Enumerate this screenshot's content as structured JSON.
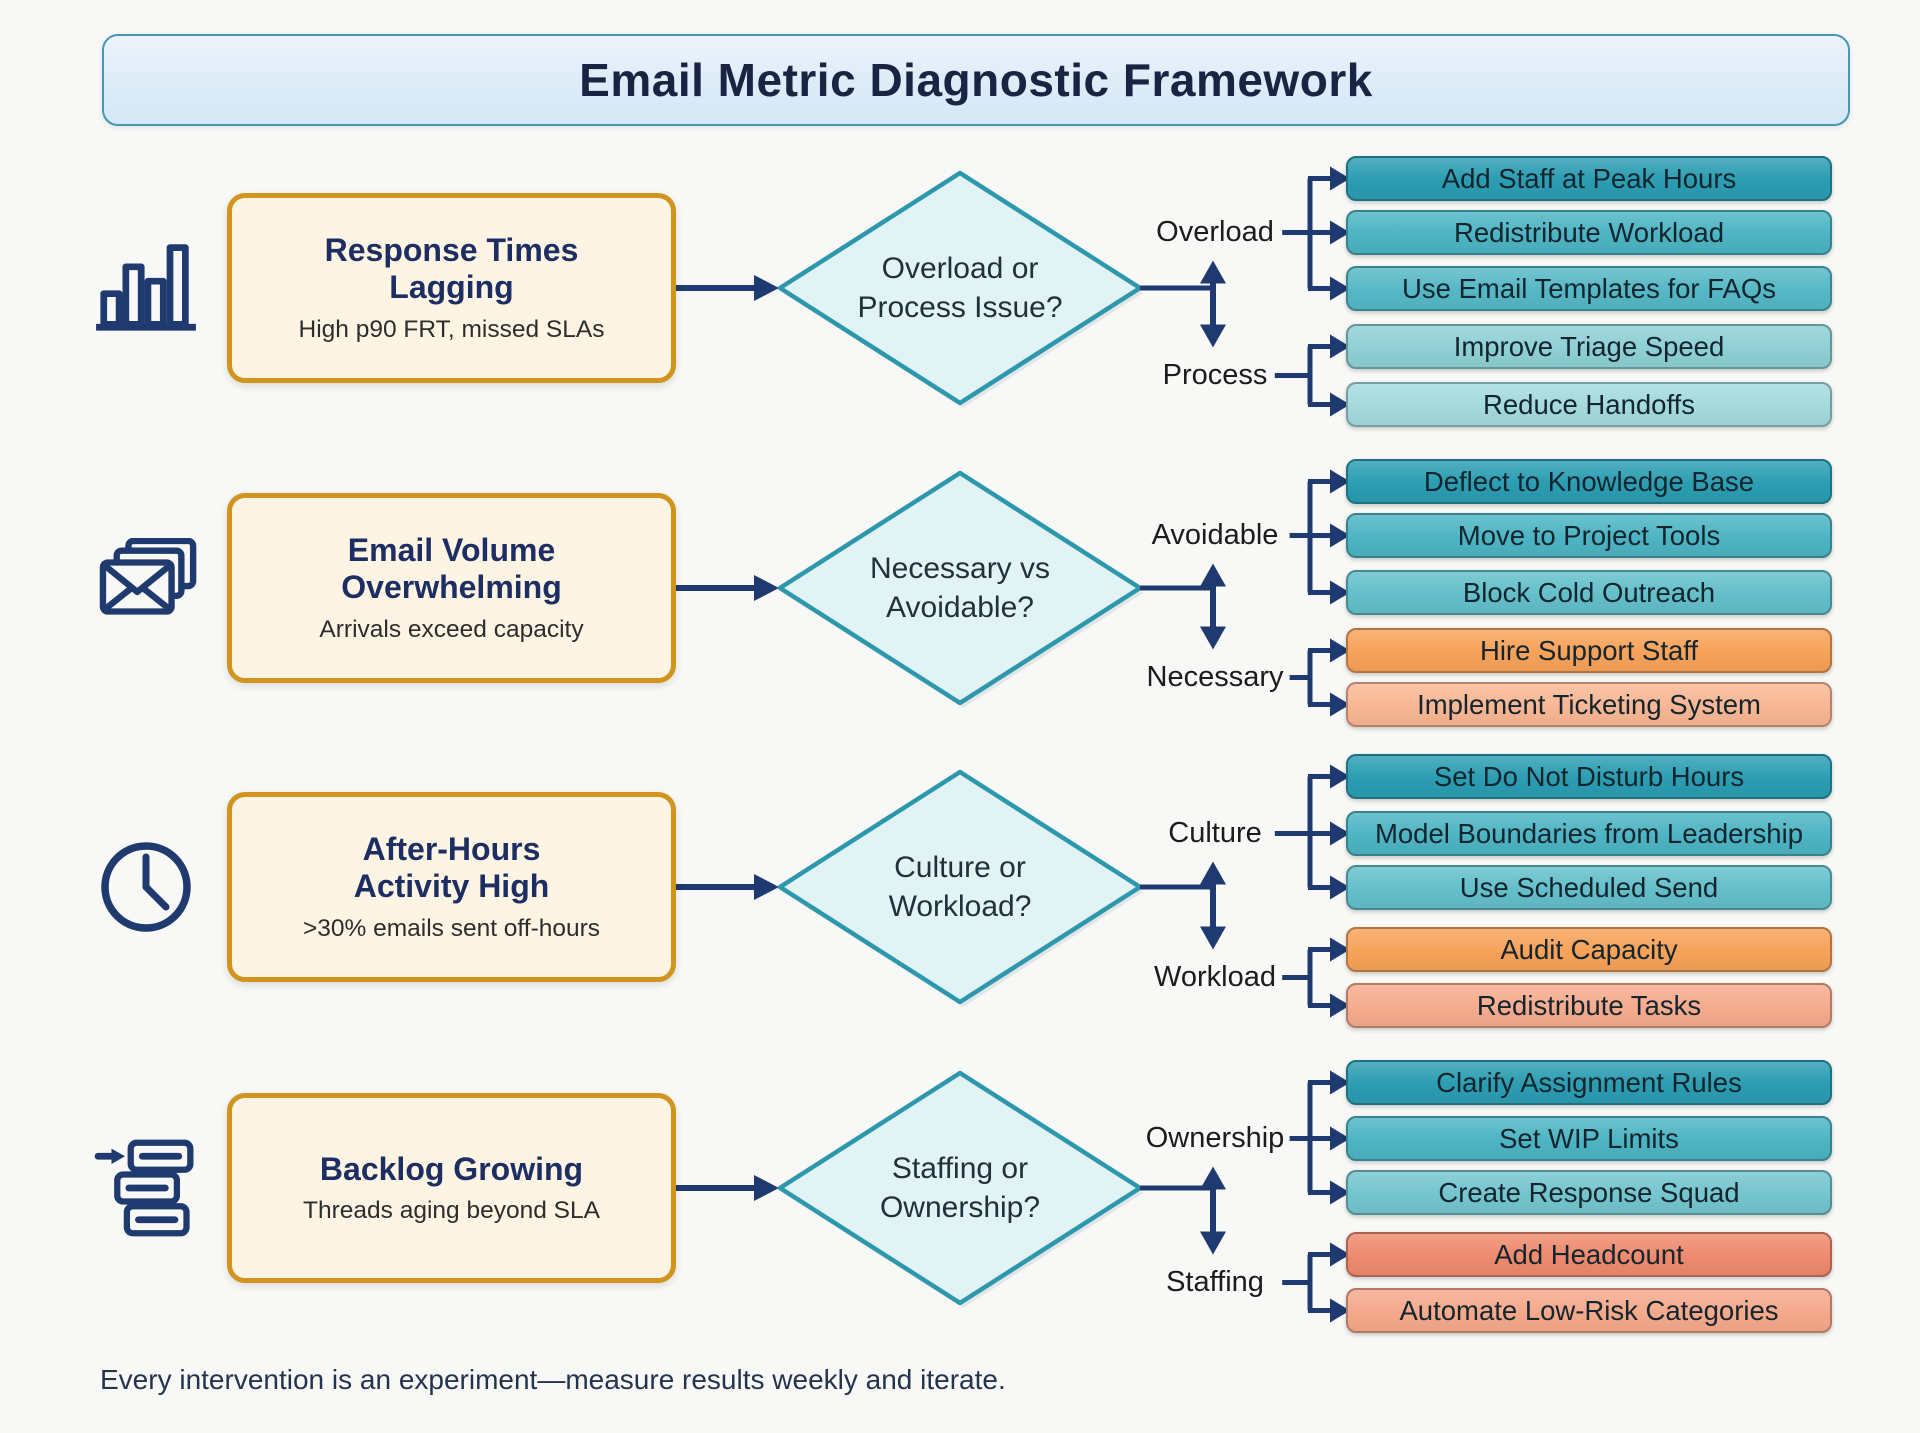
{
  "title": "Email Metric Diagnostic Framework",
  "footer": "Every intervention is an experiment—measure results weekly and iterate.",
  "colors": {
    "background": "#f8f8f6",
    "arrow_navy": "#1e3a70",
    "icon_navy": "#1e3a6e",
    "problem_bg": "#fdf4e3",
    "problem_border": "#d1951f",
    "problem_title": "#1d2e63",
    "diamond_fill": "#e2f3f5",
    "diamond_stroke": "#2d98ad",
    "titlebar_border": "#4796b3",
    "titlebar_text": "#1a2342"
  },
  "rows": [
    {
      "icon": "bar-chart-icon",
      "problem": {
        "title_lines": [
          "Response Times",
          "Lagging"
        ],
        "subtitle": "High p90 FRT, missed SLAs"
      },
      "decision_lines": [
        "Overload or",
        "Process Issue?"
      ],
      "branches": [
        {
          "label": "Overload",
          "actions": [
            {
              "label": "Add Staff at Peak Hours",
              "color": "#2b9db2"
            },
            {
              "label": "Redistribute Workload",
              "color": "#4db4c3"
            },
            {
              "label": "Use Email Templates for FAQs",
              "color": "#55b8c6"
            }
          ]
        },
        {
          "label": "Process",
          "actions": [
            {
              "label": "Improve Triage Speed",
              "color": "#8ed0d5"
            },
            {
              "label": "Reduce Handoffs",
              "color": "#a4dadd"
            }
          ]
        }
      ]
    },
    {
      "icon": "envelope-stack-icon",
      "problem": {
        "title_lines": [
          "Email Volume",
          "Overwhelming"
        ],
        "subtitle": "Arrivals exceed capacity"
      },
      "decision_lines": [
        "Necessary vs",
        "Avoidable?"
      ],
      "branches": [
        {
          "label": "Avoidable",
          "actions": [
            {
              "label": "Deflect to Knowledge Base",
              "color": "#2b9db2"
            },
            {
              "label": "Move to Project Tools",
              "color": "#4db4c3"
            },
            {
              "label": "Block Cold Outreach",
              "color": "#63bfca"
            }
          ]
        },
        {
          "label": "Necessary",
          "actions": [
            {
              "label": "Hire Support Staff",
              "color": "#f7a259"
            },
            {
              "label": "Implement Ticketing System",
              "color": "#f8b794"
            }
          ]
        }
      ]
    },
    {
      "icon": "clock-icon",
      "problem": {
        "title_lines": [
          "After-Hours",
          "Activity High"
        ],
        "subtitle": ">30% emails sent off-hours"
      },
      "decision_lines": [
        "Culture or",
        "Workload?"
      ],
      "branches": [
        {
          "label": "Culture",
          "actions": [
            {
              "label": "Set Do Not Disturb Hours",
              "color": "#2b9db2"
            },
            {
              "label": "Model Boundaries from Leadership",
              "color": "#4db4c3"
            },
            {
              "label": "Use Scheduled Send",
              "color": "#63bfca"
            }
          ]
        },
        {
          "label": "Workload",
          "actions": [
            {
              "label": "Audit Capacity",
              "color": "#f7a259"
            },
            {
              "label": "Redistribute Tasks",
              "color": "#f6ab8d"
            }
          ]
        }
      ]
    },
    {
      "icon": "backlog-stack-icon",
      "problem": {
        "title_lines": [
          "Backlog Growing"
        ],
        "subtitle": "Threads aging beyond SLA"
      },
      "decision_lines": [
        "Staffing or",
        "Ownership?"
      ],
      "branches": [
        {
          "label": "Ownership",
          "actions": [
            {
              "label": "Clarify Assignment Rules",
              "color": "#2b9db2"
            },
            {
              "label": "Set WIP Limits",
              "color": "#4db4c3"
            },
            {
              "label": "Create Response Squad",
              "color": "#74c5ce"
            }
          ]
        },
        {
          "label": "Staffing",
          "actions": [
            {
              "label": "Add Headcount",
              "color": "#ee8a6e"
            },
            {
              "label": "Automate Low-Risk Categories",
              "color": "#f5a98b"
            }
          ]
        }
      ]
    }
  ]
}
